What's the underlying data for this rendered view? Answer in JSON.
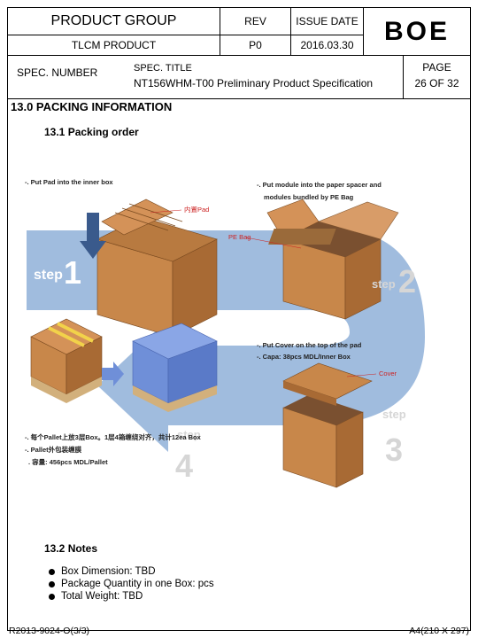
{
  "header": {
    "product_group": "PRODUCT GROUP",
    "rev_label": "REV",
    "issue_date_label": "ISSUE DATE",
    "tlcm_product": "TLCM PRODUCT",
    "rev_value": "P0",
    "issue_date_value": "2016.03.30",
    "logo": "BOE",
    "spec_number_label": "SPEC. NUMBER",
    "spec_title_label": "SPEC. TITLE",
    "spec_title": "NT156WHM-T00 Preliminary Product Specification",
    "page_label": "PAGE",
    "page_value": "26  OF  32"
  },
  "section": {
    "title": "13.0  PACKING INFORMATION",
    "sub1": "13.1 Packing order",
    "sub2": "13.2  Notes"
  },
  "diagram": {
    "step1_text": "-. Put Pad  into the inner box",
    "step2_text1": "-. Put module into the paper spacer and",
    "step2_text2": "modules bundled by PE Bag",
    "step3_text1": "-. Put Cover on the top of the pad",
    "step3_text2": "-. Capa: 38pcs MDL/Inner Box",
    "step4_text1": "-. 每个Pallet上放3层Box。1层4箱缠绕对齐，共计12ea Box",
    "step4_text2": "-. Pallet外包装缠膜",
    "step4_text3": ". 容量: 456pcs MDL/Pallet",
    "pad_label": "内置Pad",
    "pebag_label": "PE Bag",
    "cover_label": "Cover",
    "step_word": "step",
    "n1": "1",
    "n2": "2",
    "n3": "3",
    "n4": "4"
  },
  "notes": [
    "Box Dimension: TBD",
    "Package Quantity in one Box: pcs",
    "Total Weight: TBD"
  ],
  "footer": {
    "left": "R2013-9024-O(3/3)",
    "right": "A4(210 X 297)"
  },
  "colors": {
    "arrow_blue": "#8fb0d8",
    "box_brown": "#c8874a",
    "box_dark": "#a86a34",
    "wrap_blue": "#6f8fd8"
  }
}
